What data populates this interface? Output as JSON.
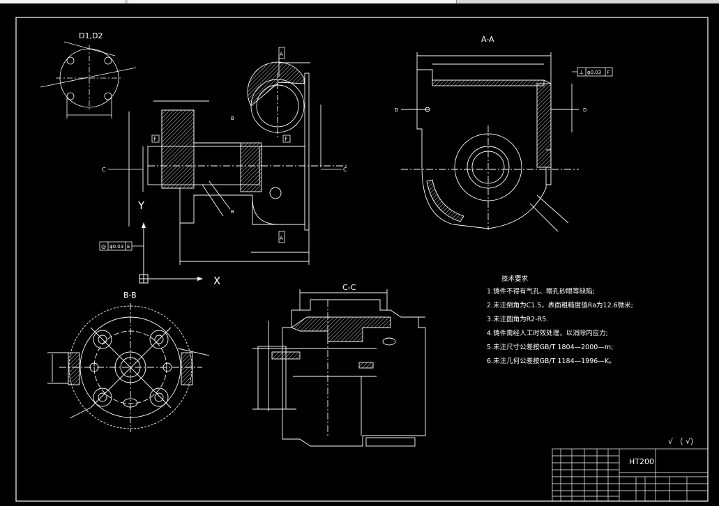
{
  "views": {
    "d1d2": "D1,D2",
    "aa": "A-A",
    "bb": "B-B",
    "cc": "C-C"
  },
  "section_letters": {
    "c_left": "C",
    "c_right": "C",
    "d_left": "D",
    "d_right": "D",
    "f_left": "F",
    "f_mid": "F",
    "e_tag": "E",
    "a_top": "A",
    "a_bottom": "A",
    "b_top": "B",
    "b_bottom": "B"
  },
  "axes": {
    "x": "X",
    "y": "Y"
  },
  "tolerance_frames": {
    "left": {
      "symbol": "◎",
      "value": "φ0.03",
      "datum": "E"
    },
    "right": {
      "symbol": "⊥",
      "value": "φ0.03",
      "datum": "F"
    }
  },
  "tech_requirements": {
    "title": "技术要求",
    "items": [
      "1.铸件不得有气孔、眼孔砂眼等缺陷;",
      "2.未注倒角为C1.5，表面粗糙度值Ra为12.6微米;",
      "3.未注圆角为R2-R5.",
      "4.铸件需经人工时效处理，以消除内应力;",
      "5.未注尺寸公差按GB/T 1804—2000—m;",
      "6.未注几何公差按GB/T 1184—1996—K。"
    ]
  },
  "roughness_note": "√ （ √）",
  "title_block": {
    "material": "HT200"
  },
  "colors": {
    "background": "#000000",
    "lines": "#ffffff",
    "topbar": "#d8d8d8"
  }
}
